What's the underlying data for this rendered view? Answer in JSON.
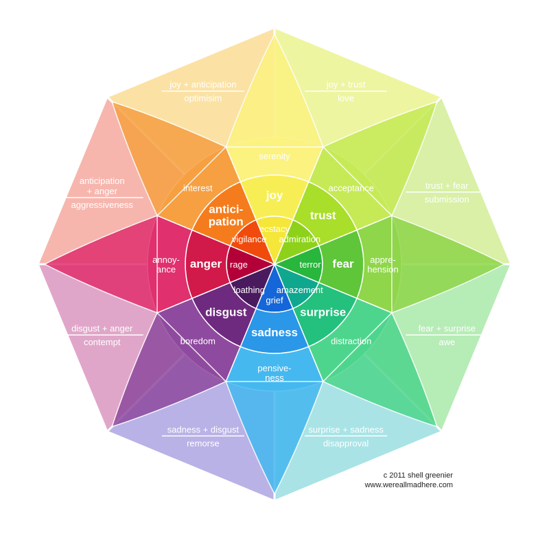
{
  "colors": {
    "joy": [
      "#f5e63a",
      "#f7ee55",
      "#fbf280"
    ],
    "trust": [
      "#8ed11b",
      "#a9de2a",
      "#c6ea55"
    ],
    "fear": [
      "#28b63c",
      "#5ec638",
      "#8fd64a"
    ],
    "surprise": [
      "#0fa88f",
      "#23c07e",
      "#4ed58d"
    ],
    "sadness": [
      "#1566d8",
      "#2a97e8",
      "#45b8f0"
    ],
    "disgust": [
      "#4a1a5e",
      "#6e2a7e",
      "#8e4a9e"
    ],
    "anger": [
      "#b30038",
      "#d11a4a",
      "#e0306e"
    ],
    "anticipation": [
      "#f04b0c",
      "#f57c1c",
      "#f6a042"
    ],
    "center_core": "#d10b2e"
  },
  "petals": [
    {
      "key": "joy",
      "inner": "ecstacy",
      "middle": "joy",
      "outer": "serenity"
    },
    {
      "key": "trust",
      "inner": "admiration",
      "middle": "trust",
      "outer": "acceptance"
    },
    {
      "key": "fear",
      "inner": "terror",
      "middle": "fear",
      "outer": "appre-\nhension"
    },
    {
      "key": "surprise",
      "inner": "amazement",
      "middle": "surprise",
      "outer": "distraction"
    },
    {
      "key": "sadness",
      "inner": "grief",
      "middle": "sadness",
      "outer": "pensive-\nness"
    },
    {
      "key": "disgust",
      "inner": "loathing",
      "middle": "disgust",
      "outer": "boredom"
    },
    {
      "key": "anger",
      "inner": "rage",
      "middle": "anger",
      "outer": "annoy-\nance"
    },
    {
      "key": "anticipation",
      "inner": "vigilance",
      "middle": "antici-\npation",
      "outer": "interest"
    }
  ],
  "combinations": [
    {
      "key": "joy-trust",
      "top": "joy + trust",
      "bottom": "love",
      "color": "#eef5a0"
    },
    {
      "key": "trust-fear",
      "top": "trust + fear",
      "bottom": "submission",
      "color": "#d9f0a6"
    },
    {
      "key": "fear-surprise",
      "top": "fear + surprise",
      "bottom": "awe",
      "color": "#b6ecb6"
    },
    {
      "key": "surprise-sadness",
      "top": "surprise + sadness",
      "bottom": "disapproval",
      "color": "#a9e3e6"
    },
    {
      "key": "sadness-disgust",
      "top": "sadness + disgust",
      "bottom": "remorse",
      "color": "#b9b2e6"
    },
    {
      "key": "disgust-anger",
      "top": "disgust + anger",
      "bottom": "contempt",
      "color": "#e0a6c9"
    },
    {
      "key": "anger-anticipation",
      "top": "anticipation\n+ anger",
      "bottom": "aggressiveness",
      "color": "#f6b6ae"
    },
    {
      "key": "anticipation-joy",
      "top": "joy + anticipation",
      "bottom": "optimisim",
      "color": "#fbe2a4"
    }
  ],
  "credit": {
    "line1": "c 2011 shell greenier",
    "line2": "www.wereallmadhere.com"
  }
}
